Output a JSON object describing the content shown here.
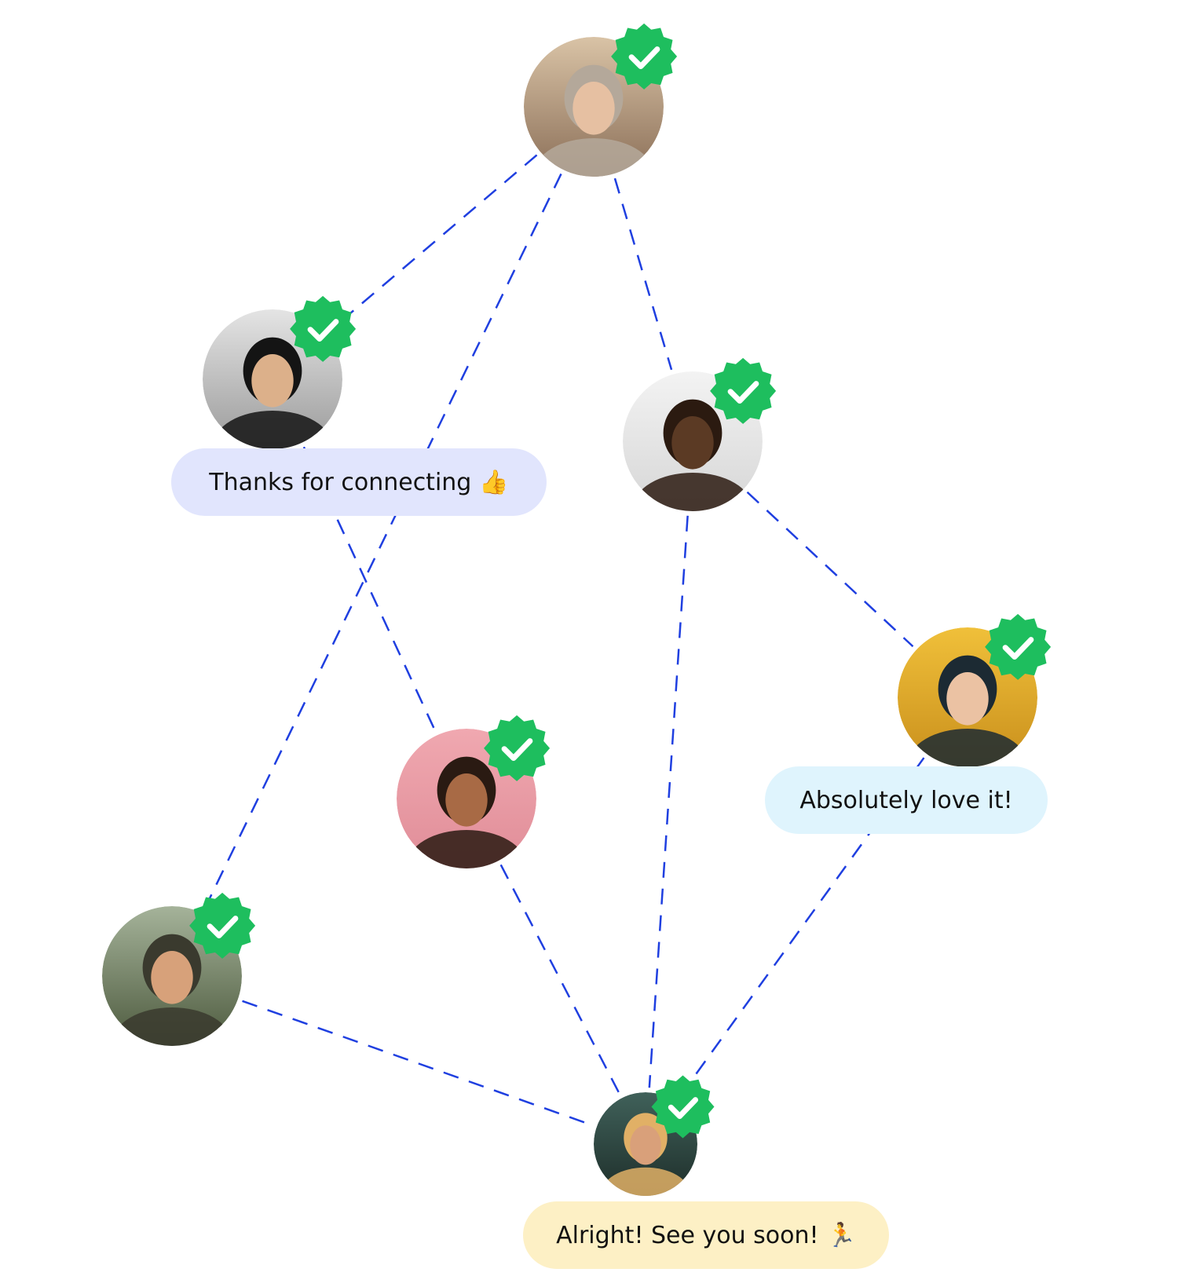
{
  "colors": {
    "connector": "#1f3fe0",
    "verified_badge": "#1ebe5e",
    "check": "#ffffff"
  },
  "people": [
    {
      "id": "p1",
      "avatar": "avatar-hijab-woman",
      "verified": true
    },
    {
      "id": "p2",
      "avatar": "avatar-man-black-beanie",
      "verified": true
    },
    {
      "id": "p3",
      "avatar": "avatar-smiling-man-teal-shirt",
      "verified": true
    },
    {
      "id": "p4",
      "avatar": "avatar-woman-yellow-wall",
      "verified": true
    },
    {
      "id": "p5",
      "avatar": "avatar-woman-curly-hair-glasses",
      "verified": true
    },
    {
      "id": "p6",
      "avatar": "avatar-man-cap",
      "verified": true
    },
    {
      "id": "p7",
      "avatar": "avatar-child-curly-hair",
      "verified": true
    }
  ],
  "messages": [
    {
      "text": "Thanks for connecting",
      "emoji": "👍"
    },
    {
      "text": "Absolutely love it!",
      "emoji": ""
    },
    {
      "text": "Alright! See you soon!",
      "emoji": "🏃"
    }
  ],
  "connections": [
    [
      "p1",
      "p2"
    ],
    [
      "p1",
      "p6"
    ],
    [
      "p1",
      "p3"
    ],
    [
      "p2",
      "p5"
    ],
    [
      "p3",
      "p4"
    ],
    [
      "p3",
      "p7"
    ],
    [
      "p4",
      "p7"
    ],
    [
      "p5",
      "p7"
    ],
    [
      "p6",
      "p7"
    ]
  ]
}
